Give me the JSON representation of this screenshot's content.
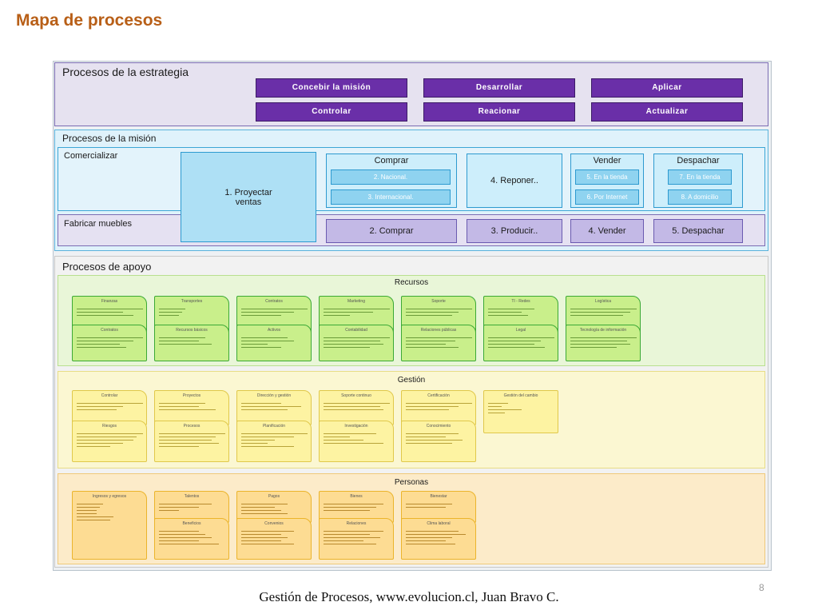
{
  "title": "Mapa de procesos",
  "strategy": {
    "label": "Procesos de la estrategia",
    "buttons": [
      "Concebir la misión",
      "Desarrollar",
      "Aplicar",
      "Controlar",
      "Reacionar",
      "Actualizar"
    ]
  },
  "mission": {
    "label": "Procesos de la misión",
    "comercializar": "Comercializar",
    "fabricar": "Fabricar muebles",
    "proyectar": "1. Proyectar ventas",
    "comprar_group": {
      "title": "Comprar",
      "items": [
        "2. Nacional.",
        "3. Internacional."
      ]
    },
    "reponer": "4. Reponer..",
    "vender_group": {
      "title": "Vender",
      "items": [
        "5. En la tienda",
        "6. Por Internet"
      ]
    },
    "despachar_group": {
      "title": "Despachar",
      "items": [
        "7. En la tienda",
        "8. A domicilio"
      ]
    },
    "fabricar_buttons": [
      "2. Comprar",
      "3. Producir..",
      "4. Vender",
      "5. Despachar"
    ]
  },
  "support": {
    "label": "Procesos de apoyo",
    "recursos": {
      "title": "Recursos",
      "top": [
        "Finanzas",
        "Transportes",
        "Contratos",
        "Marketing",
        "Soporte",
        "TI - Redes",
        "Logística"
      ],
      "bottom": [
        "Contratos",
        "Recursos básicos",
        "Activos",
        "Contabilidad",
        "Relaciones públicas",
        "Legal",
        "Tecnología de información"
      ]
    },
    "gestion": {
      "title": "Gestión",
      "top": [
        "Controlar",
        "Proyectos",
        "Dirección y gestión",
        "Soporte continuo",
        "Certificación",
        "Gestión del cambio"
      ],
      "bottom": [
        "Riesgos",
        "Procesos",
        "Planificación",
        "Investigación",
        "Conocimiento"
      ]
    },
    "personas": {
      "title": "Personas",
      "cards": [
        "Ingresos y egresos",
        "Talentos",
        "Pagos",
        "Bienes",
        "Bienestar"
      ],
      "bottom": [
        "Beneficios",
        "Convenios",
        "Relaciones",
        "Clima laboral"
      ]
    }
  },
  "footer": "Gestión de Procesos, www.evolucion.cl, Juan Bravo C.",
  "page_number": "8"
}
